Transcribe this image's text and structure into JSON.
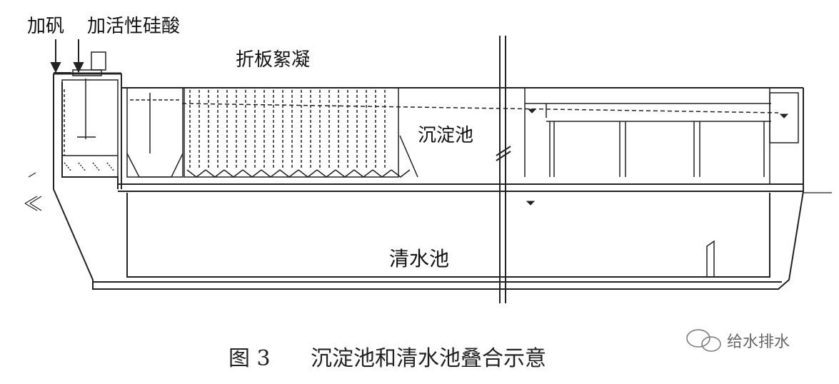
{
  "labels": {
    "alum": "加矾",
    "silicic_acid": "加活性硅酸",
    "baffle_flocculation": "折板絮凝",
    "sedimentation_tank": "沉淀池",
    "clear_water_tank": "清水池"
  },
  "caption": {
    "figure_no": "图 3",
    "text": "沉淀池和清水池叠合示意"
  },
  "watermark": {
    "text": "给水排水"
  },
  "colors": {
    "line": "#222222",
    "background": "#ffffff",
    "caption": "#222222",
    "watermark": "#666666"
  }
}
